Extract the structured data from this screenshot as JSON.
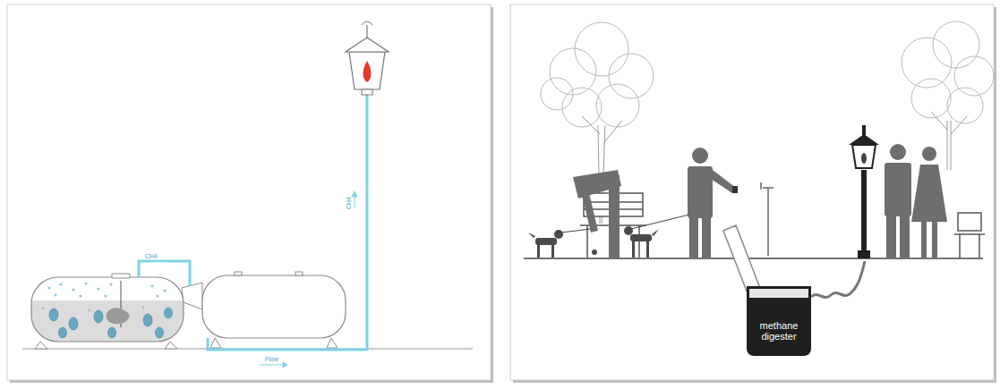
{
  "diagram": {
    "nodes": [
      {
        "text": [
          "methane digester"
        ]
      }
    ],
    "labels": [
      "CH4",
      "CH4",
      "Flow"
    ]
  }
}
